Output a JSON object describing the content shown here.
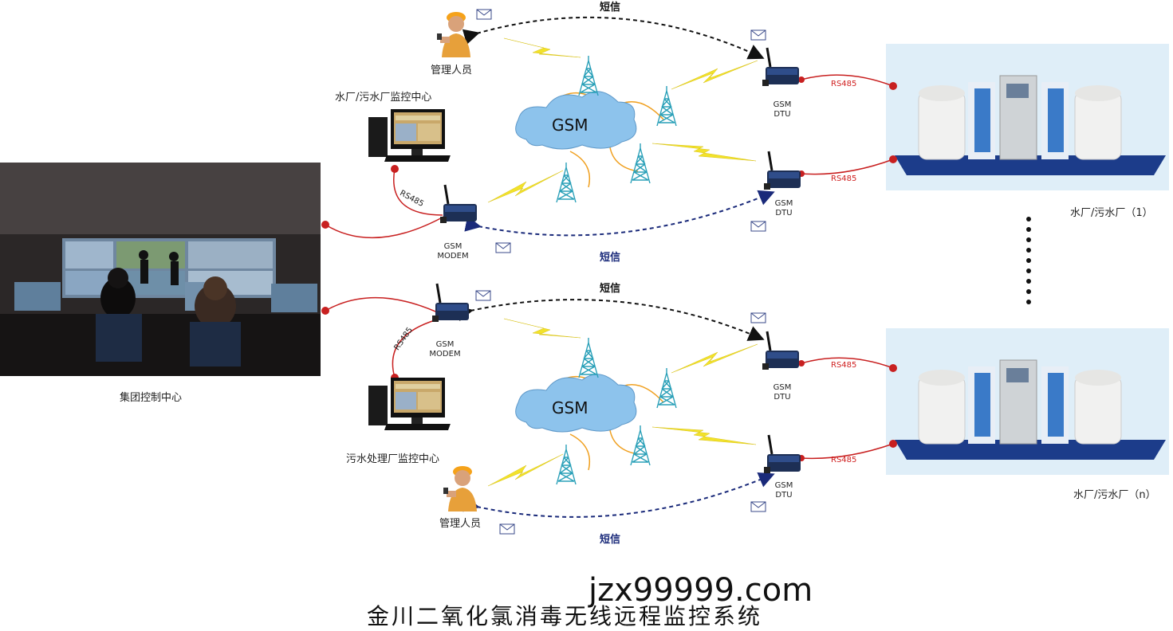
{
  "labels": {
    "manager_top": "管理人员",
    "manager_bottom": "管理人员",
    "center_top": "水厂/污水厂监控中心",
    "center_bottom": "污水处理厂监控中心",
    "group_center": "集团控制中心",
    "plant_1": "水厂/污水厂（1）",
    "plant_n": "水厂/污水厂（n）",
    "sms": "短信",
    "gsm": "GSM",
    "rs485": "RS485",
    "modem_line1": "GSM",
    "modem_line2": "MODEM",
    "dtu_line1": "GSM",
    "dtu_line2": "DTU"
  },
  "title": "金川二氧化氯消毒无线远程监控系统",
  "watermark": "jzx99999.com",
  "colors": {
    "rs485_line": "#c82020",
    "sms_dark": "#111111",
    "sms_blue": "#1a2a7a",
    "lightning": "#f2e22a",
    "cloud": "#8dc3ec",
    "tower": "#2aa0b8",
    "tower_link": "#f0a020"
  }
}
